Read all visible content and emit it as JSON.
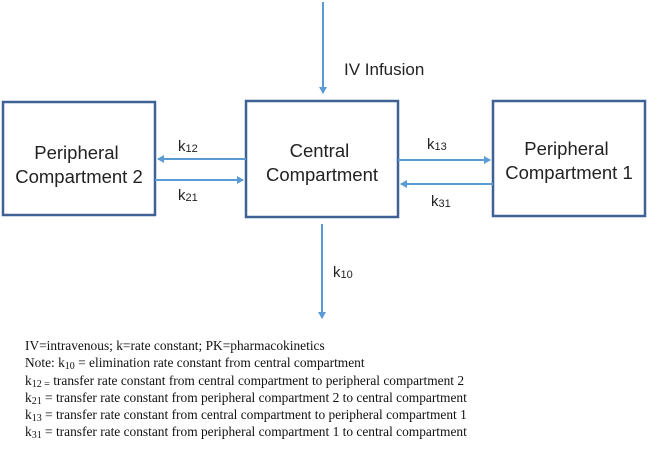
{
  "diagram": {
    "input_label": "IV Infusion",
    "central": {
      "line1": "Central",
      "line2": "Compartment"
    },
    "peripheral_left": {
      "line1": "Peripheral",
      "line2": "Compartment 2"
    },
    "peripheral_right": {
      "line1": "Peripheral",
      "line2": "Compartment 1"
    },
    "rate_k12": {
      "base": "k",
      "sub": "12"
    },
    "rate_k21": {
      "base": "k",
      "sub": "21"
    },
    "rate_k13": {
      "base": "k",
      "sub": "13"
    },
    "rate_k31": {
      "base": "k",
      "sub": "31"
    },
    "rate_k10": {
      "base": "k",
      "sub": "10"
    }
  },
  "notes": {
    "abbreviations": "IV=intravenous; k=rate constant; PK=pharmacokinetics",
    "k10": {
      "prefix": "Note: k",
      "sub": "10",
      "text": " = elimination rate constant from central compartment"
    },
    "k12": {
      "prefix": "k",
      "sub": "12 =",
      "text": " transfer rate constant from central compartment to peripheral compartment 2"
    },
    "k21": {
      "prefix": "k",
      "sub": "21",
      "text": " = transfer rate constant from peripheral compartment 2 to central compartment"
    },
    "k13": {
      "prefix": "k",
      "sub": "13",
      "text": " = transfer rate constant from central compartment to peripheral compartment 1"
    },
    "k31": {
      "prefix": "k",
      "sub": "31",
      "text": " = transfer rate constant from peripheral compartment 1 to central compartment"
    }
  },
  "colors": {
    "arrow": "#5b9bd5",
    "box_border": "#3f6193",
    "text": "#222222"
  }
}
